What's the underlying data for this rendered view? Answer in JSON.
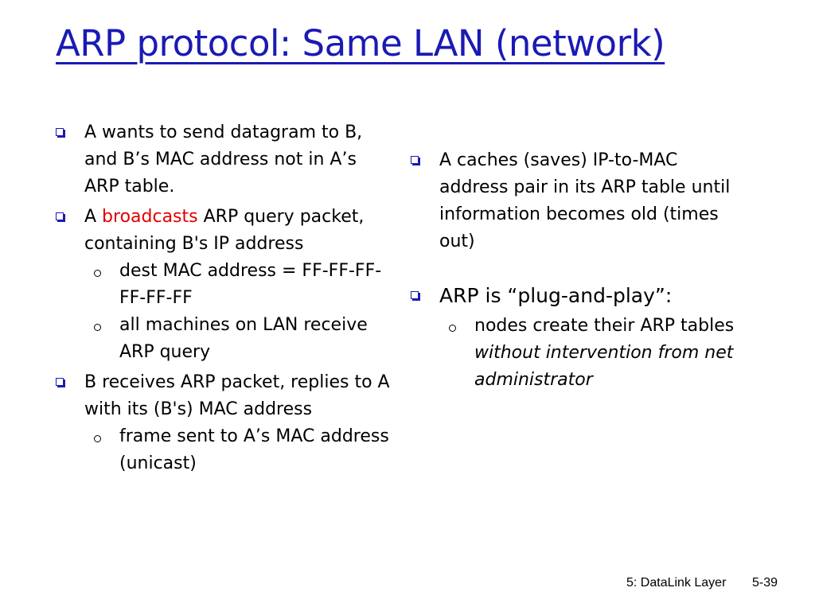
{
  "title": "ARP protocol: Same LAN (network)",
  "left": {
    "b1": "A wants to send datagram to B, and B’s MAC address not in A’s ARP table.",
    "b2_pre": "A ",
    "b2_red": "broadcasts",
    "b2_post": " ARP query packet, containing B's IP address",
    "b2_sub1": "dest MAC address = FF-FF-FF-FF-FF-FF",
    "b2_sub2": "all machines on LAN receive ARP query",
    "b3": "B receives ARP packet, replies to A with its (B's) MAC address",
    "b3_sub1": "frame sent to A’s MAC address (unicast)"
  },
  "right": {
    "b1": "A caches (saves) IP-to-MAC address pair in its ARP table until information becomes old (times out)",
    "b2": "ARP is “plug-and-play”:",
    "b2_sub_pre": "nodes create their ARP tables ",
    "b2_sub_ital": "without intervention from net administrator"
  },
  "footer": {
    "chapter": "5: DataLink Layer",
    "page": "5-39"
  },
  "colors": {
    "title": "#1a1ab4",
    "highlight": "#e00000"
  }
}
